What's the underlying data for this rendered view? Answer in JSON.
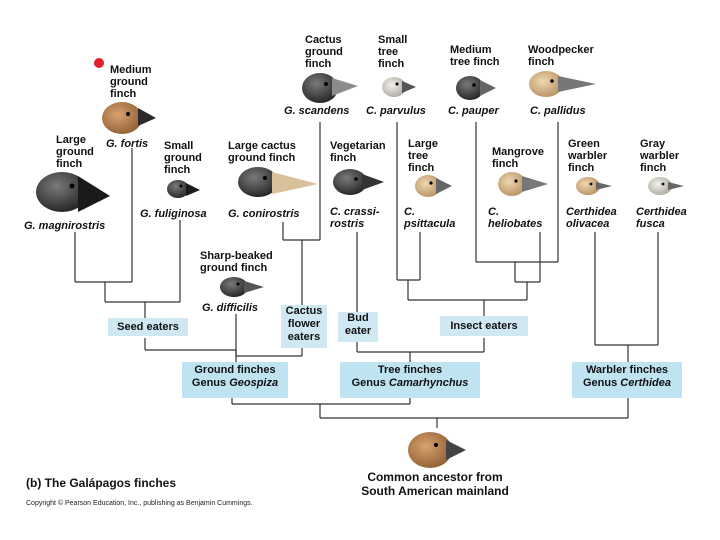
{
  "finches": {
    "medium_ground": {
      "common": "Medium ground finch",
      "sci": "G. fortis"
    },
    "large_ground": {
      "common": "Large ground finch",
      "sci": "G. magnirostris"
    },
    "small_ground": {
      "common": "Small ground finch",
      "sci": "G. fuliginosa"
    },
    "large_cactus": {
      "common": "Large cactus ground finch",
      "sci": "G. conirostris"
    },
    "cactus_ground": {
      "common": "Cactus ground finch",
      "sci": "G. scandens"
    },
    "sharp_beaked": {
      "common": "Sharp-beaked ground finch",
      "sci": "G. difficilis"
    },
    "small_tree": {
      "common": "Small tree finch",
      "sci": "C. parvulus"
    },
    "medium_tree": {
      "common": "Medium tree finch",
      "sci": "C. pauper"
    },
    "woodpecker": {
      "common": "Woodpecker finch",
      "sci": "C. pallidus"
    },
    "vegetarian": {
      "common": "Vegetarian finch",
      "sci_1": "C. crassi-",
      "sci_2": "rostris"
    },
    "large_tree": {
      "common": "Large tree finch",
      "sci": "C. psittacula"
    },
    "mangrove": {
      "common": "Mangrove finch",
      "sci": "C. heliobates"
    },
    "green_warbler": {
      "common": "Green warbler finch",
      "sci_1": "Certhidea",
      "sci_2": "olivacea"
    },
    "gray_warbler": {
      "common": "Gray warbler finch",
      "sci_1": "Certhidea",
      "sci_2": "fusca"
    }
  },
  "diets": {
    "seed": "Seed eaters",
    "cactus_1": "Cactus",
    "cactus_2": "flower",
    "cactus_3": "eaters",
    "bud_1": "Bud",
    "bud_2": "eater",
    "insect": "Insect eaters"
  },
  "groups": {
    "ground_1": "Ground finches",
    "ground_genus_word": "Genus",
    "ground_genus": "Geospiza",
    "tree_1": "Tree finches",
    "tree_genus_word": "Genus",
    "tree_genus": "Camarhynchus",
    "warbler_1": "Warbler finches",
    "warbler_genus_word": "Genus",
    "warbler_genus": "Certhidea"
  },
  "ancestor": {
    "line1": "Common ancestor from",
    "line2": "South American mainland"
  },
  "caption": "(b) The Galápagos finches",
  "copyright": "Copyright © Pearson Education, Inc., publishing as Benjamin Cummings.",
  "colors": {
    "highlight_dot": "#e0202a",
    "diet_box": "#cfe8f2",
    "genus_box": "#bfe3f1"
  }
}
